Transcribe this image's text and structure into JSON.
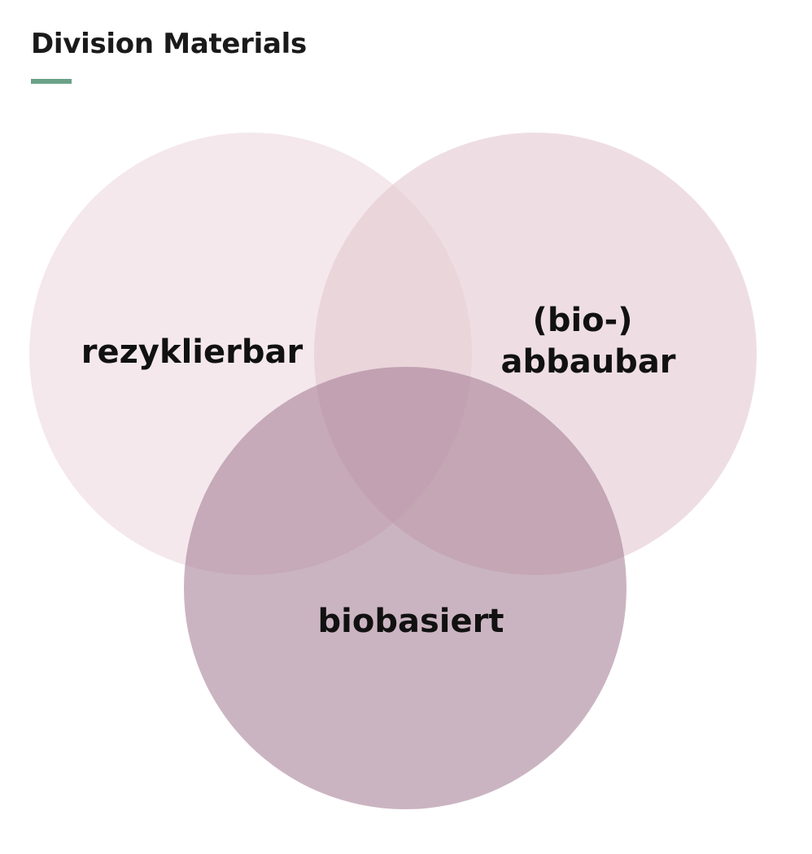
{
  "header": {
    "title": "Division Materials",
    "accent_color": "#6aa287"
  },
  "venn": {
    "sets": [
      {
        "id": "recyclable",
        "label_lines": [
          "rezyklierbar"
        ],
        "color": "#ecd8df",
        "opacity": 0.6
      },
      {
        "id": "biodegradable",
        "label_lines": [
          "(bio-)",
          "abbaubar"
        ],
        "color": "#e3c8d1",
        "opacity": 0.6
      },
      {
        "id": "biobased",
        "label_lines": [
          "biobasiert"
        ],
        "color": "#a57d94",
        "opacity": 0.58
      }
    ]
  }
}
